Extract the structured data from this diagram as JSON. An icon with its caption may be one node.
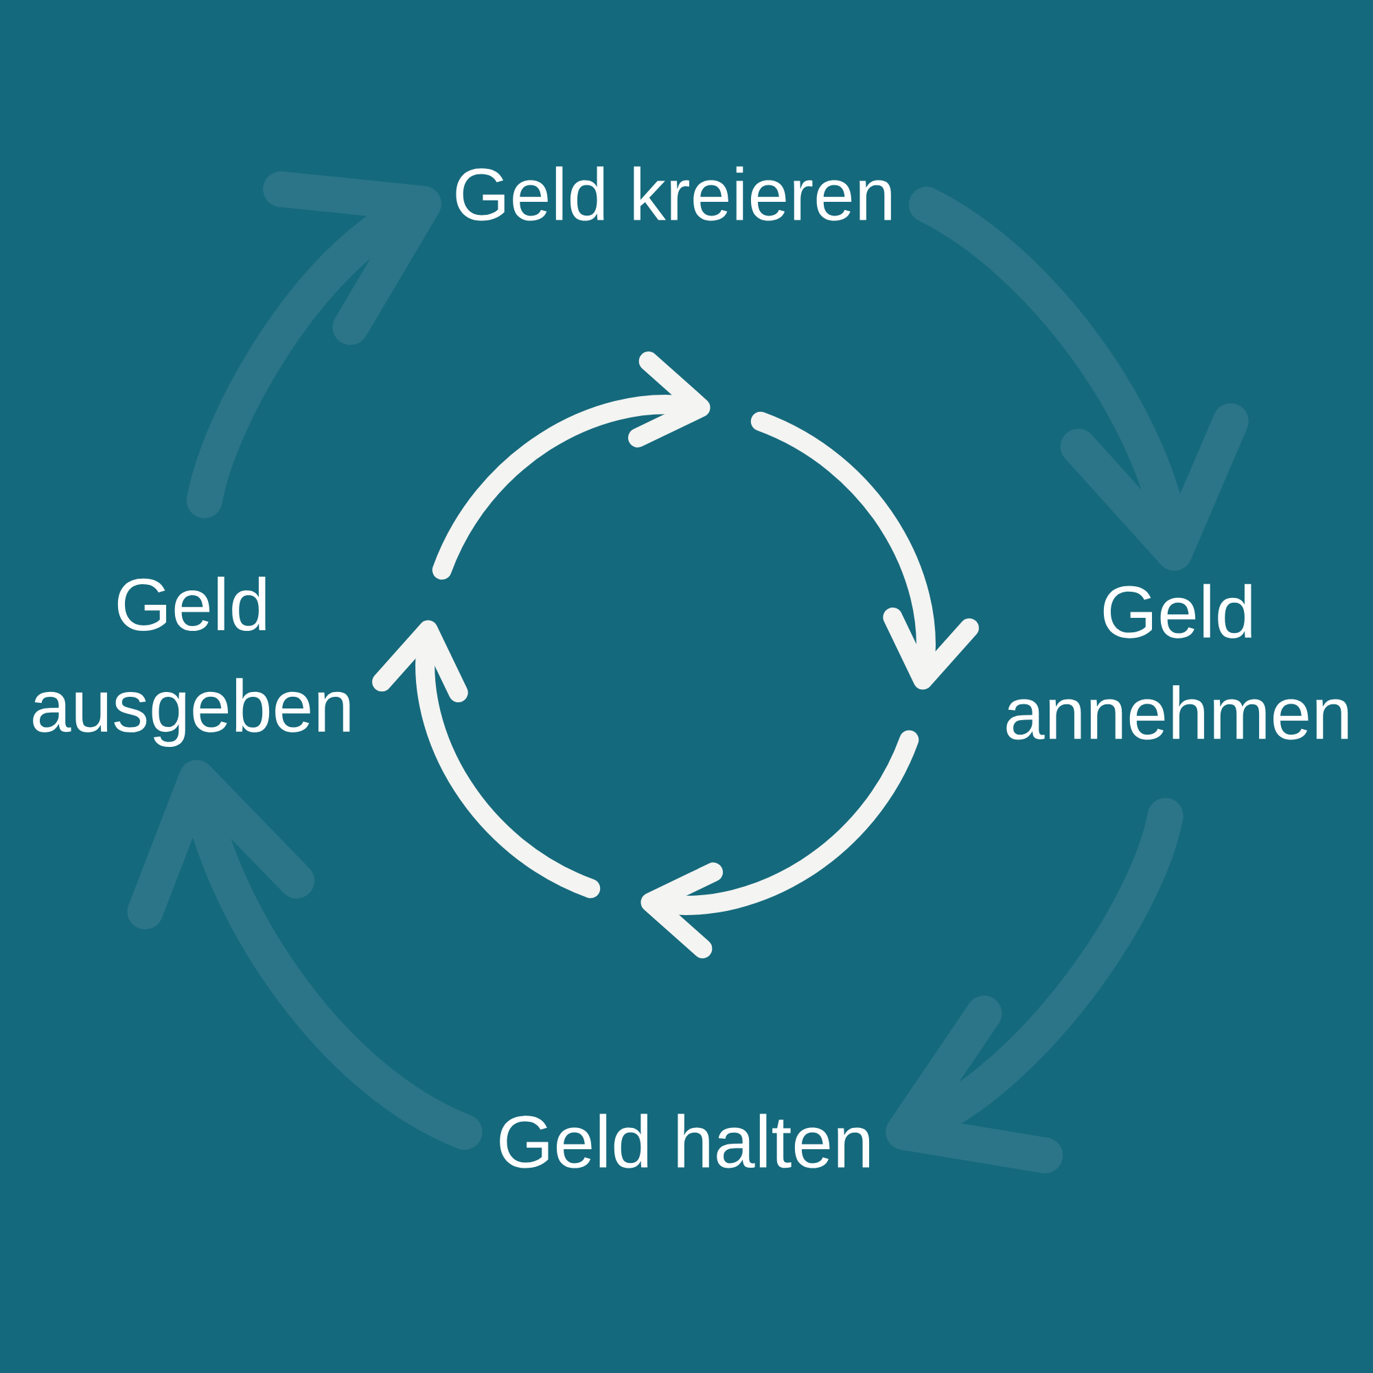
{
  "diagram": {
    "nodes": [
      {
        "text": [
          "Geld kreieren"
        ]
      },
      {
        "text": [
          "Geld annehmen"
        ]
      },
      {
        "text": [
          "Geld halten"
        ]
      },
      {
        "text": [
          "Geld ausgeben"
        ]
      }
    ],
    "edges": [
      {
        "from": 3,
        "to": 0,
        "arrow": "to"
      },
      {
        "from": 0,
        "to": 1,
        "arrow": "to"
      },
      {
        "from": 1,
        "to": 2,
        "arrow": "to"
      },
      {
        "from": 2,
        "to": 3,
        "arrow": "to"
      }
    ]
  }
}
